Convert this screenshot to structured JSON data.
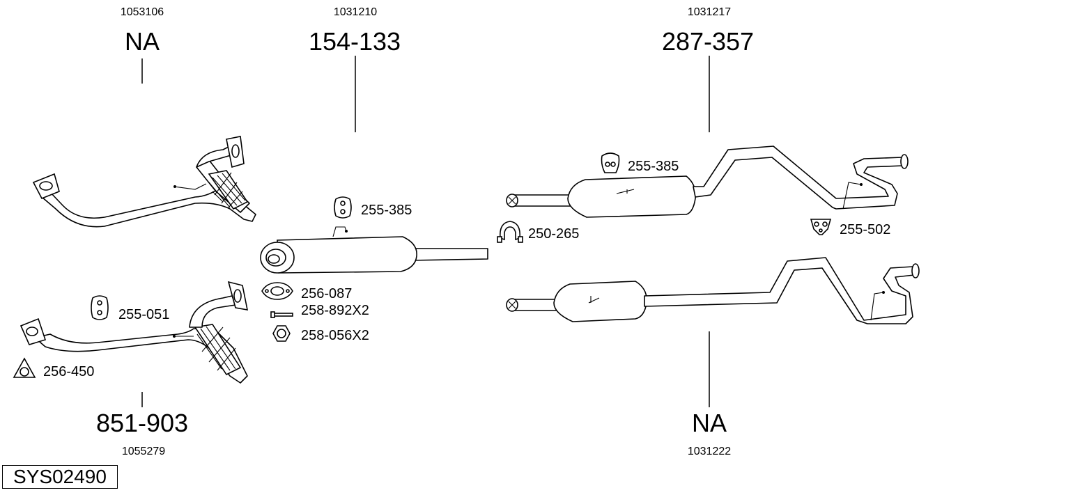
{
  "diagram_id": "SYS02490",
  "assemblies": {
    "front_pipe_top": {
      "code": "1053106",
      "part": "NA"
    },
    "middle_silencer": {
      "code": "1031210",
      "part": "154-133"
    },
    "rear_silencer_top": {
      "code": "1031217",
      "part": "287-357"
    },
    "front_pipe_bottom": {
      "code": "1055279",
      "part": "851-903"
    },
    "rear_silencer_bottom": {
      "code": "1031222",
      "part": "NA"
    }
  },
  "accessories": {
    "hanger_mid": "255-385",
    "gasket_mid": "256-087",
    "bolt_mid": "258-892X2",
    "nut_mid": "258-056X2",
    "hanger_front": "255-051",
    "gasket_front": "256-450",
    "clamp_rear": "250-265",
    "hanger_rear": "255-385",
    "hanger_tail": "255-502"
  },
  "icons": [
    "flange-icon",
    "hanger-icon",
    "gasket-icon",
    "bolt-icon",
    "nut-icon",
    "clamp-icon"
  ]
}
